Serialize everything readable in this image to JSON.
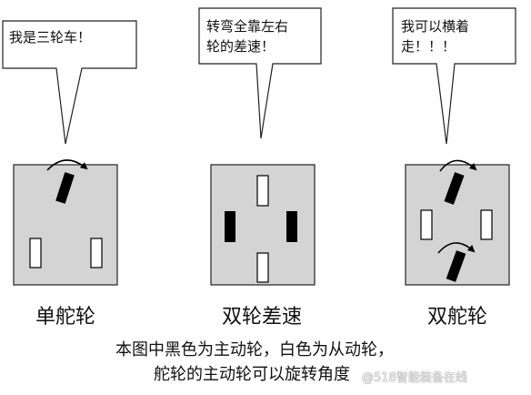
{
  "bubbles": [
    {
      "text": "我是三轮车！"
    },
    {
      "text": "转弯全靠左右\n轮的差速！"
    },
    {
      "text": "我可以横着\n走！！！"
    }
  ],
  "labels": [
    "单舵轮",
    "双轮差速",
    "双舵轮"
  ],
  "caption": {
    "line1": "本图中黑色为主动轮，白色为从动轮，",
    "line2": "舵轮的主动轮可以旋转角度"
  },
  "watermark": "@518智能装备在线",
  "colors": {
    "platform": "#d4d4d4",
    "drive_wheel": "#000000",
    "passive_wheel": "#ffffff",
    "outline": "#222222"
  }
}
